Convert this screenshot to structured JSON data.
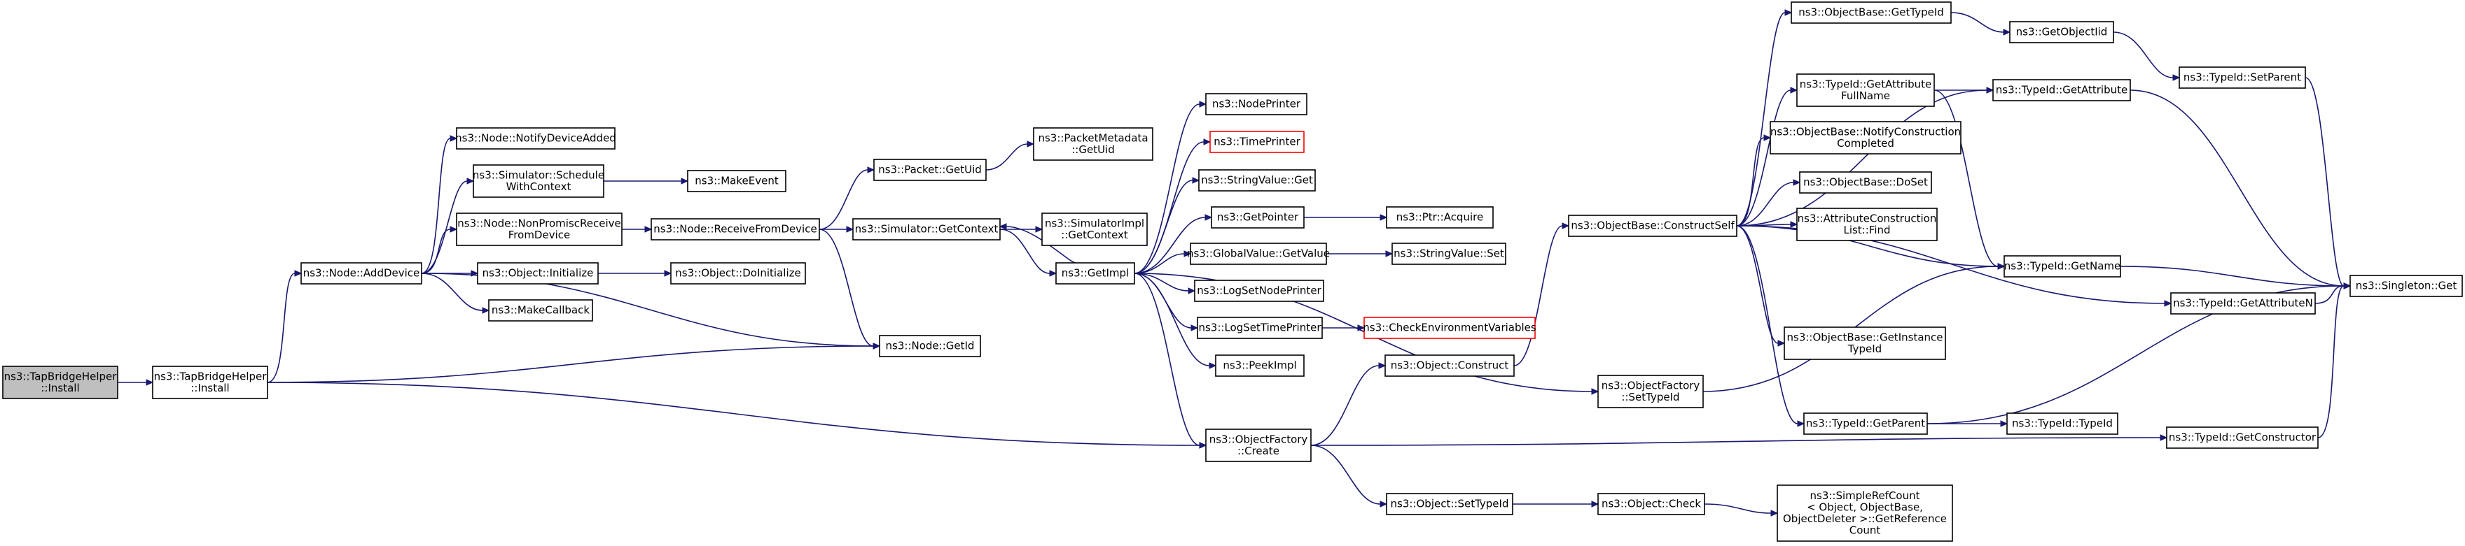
{
  "graph": {
    "edge_color": "#191970",
    "root_fill": "#bfbfbf",
    "missing_border_color": "#ff0000",
    "nodes": [
      {
        "id": "root",
        "lines": [
          "ns3::TapBridgeHelper",
          "::Install"
        ],
        "style": "root"
      },
      {
        "id": "install",
        "lines": [
          "ns3::TapBridgeHelper",
          "::Install"
        ]
      },
      {
        "id": "adddevice",
        "lines": [
          "ns3::Node::AddDevice"
        ]
      },
      {
        "id": "notifydeviceadded",
        "lines": [
          "ns3::Node::NotifyDeviceAdded"
        ]
      },
      {
        "id": "schedulewithcontext",
        "lines": [
          "ns3::Simulator::Schedule",
          "WithContext"
        ]
      },
      {
        "id": "makeevent",
        "lines": [
          "ns3::MakeEvent"
        ]
      },
      {
        "id": "nonpromisc",
        "lines": [
          "ns3::Node::NonPromiscReceive",
          "FromDevice"
        ]
      },
      {
        "id": "receivefromdevice",
        "lines": [
          "ns3::Node::ReceiveFromDevice"
        ]
      },
      {
        "id": "objinitialize",
        "lines": [
          "ns3::Object::Initialize"
        ]
      },
      {
        "id": "doinitialize",
        "lines": [
          "ns3::Object::DoInitialize"
        ]
      },
      {
        "id": "makecallback",
        "lines": [
          "ns3::MakeCallback"
        ]
      },
      {
        "id": "getid",
        "lines": [
          "ns3::Node::GetId"
        ]
      },
      {
        "id": "getuid",
        "lines": [
          "ns3::Packet::GetUid"
        ]
      },
      {
        "id": "metadatagetuid",
        "lines": [
          "ns3::PacketMetadata",
          "::GetUid"
        ]
      },
      {
        "id": "getcontext",
        "lines": [
          "ns3::Simulator::GetContext"
        ]
      },
      {
        "id": "implgetcontext",
        "lines": [
          "ns3::SimulatorImpl",
          "::GetContext"
        ]
      },
      {
        "id": "getimpl",
        "lines": [
          "ns3::GetImpl"
        ]
      },
      {
        "id": "nodeprinter",
        "lines": [
          "ns3::NodePrinter"
        ]
      },
      {
        "id": "timeprinter",
        "lines": [
          "ns3::TimePrinter"
        ],
        "style": "red"
      },
      {
        "id": "stringget",
        "lines": [
          "ns3::StringValue::Get"
        ]
      },
      {
        "id": "getpointer",
        "lines": [
          "ns3::GetPointer"
        ]
      },
      {
        "id": "ptracquire",
        "lines": [
          "ns3::Ptr::Acquire"
        ]
      },
      {
        "id": "globalget",
        "lines": [
          "ns3::GlobalValue::GetValue"
        ]
      },
      {
        "id": "stringset",
        "lines": [
          "ns3::StringValue::Set"
        ]
      },
      {
        "id": "logsetnode",
        "lines": [
          "ns3::LogSetNodePrinter"
        ]
      },
      {
        "id": "logsettime",
        "lines": [
          "ns3::LogSetTimePrinter"
        ]
      },
      {
        "id": "checkenv",
        "lines": [
          "ns3::CheckEnvironmentVariables"
        ],
        "style": "red"
      },
      {
        "id": "peekimpl",
        "lines": [
          "ns3::PeekImpl"
        ]
      },
      {
        "id": "factorycreate",
        "lines": [
          "ns3::ObjectFactory",
          "::Create"
        ]
      },
      {
        "id": "objconstruct",
        "lines": [
          "ns3::Object::Construct"
        ]
      },
      {
        "id": "objsettypeid",
        "lines": [
          "ns3::Object::SetTypeId"
        ]
      },
      {
        "id": "factorysettypeid",
        "lines": [
          "ns3::ObjectFactory",
          "::SetTypeId"
        ]
      },
      {
        "id": "objcheck",
        "lines": [
          "ns3::Object::Check"
        ]
      },
      {
        "id": "constructself",
        "lines": [
          "ns3::ObjectBase::ConstructSelf"
        ]
      },
      {
        "id": "basegettypeid",
        "lines": [
          "ns3::ObjectBase::GetTypeId"
        ]
      },
      {
        "id": "attrfullname",
        "lines": [
          "ns3::TypeId::GetAttribute",
          "FullName"
        ]
      },
      {
        "id": "notifycompleted",
        "lines": [
          "ns3::ObjectBase::NotifyConstruction",
          "Completed"
        ]
      },
      {
        "id": "doset",
        "lines": [
          "ns3::ObjectBase::DoSet"
        ]
      },
      {
        "id": "attrlistfind",
        "lines": [
          "ns3::AttributeConstruction",
          "List::Find"
        ]
      },
      {
        "id": "getinstancetypeid",
        "lines": [
          "ns3::ObjectBase::GetInstance",
          "TypeId"
        ]
      },
      {
        "id": "getparent",
        "lines": [
          "ns3::TypeId::GetParent"
        ]
      },
      {
        "id": "simplerefcount",
        "lines": [
          "ns3::SimpleRefCount",
          "< Object, ObjectBase,",
          "ObjectDeleter >::GetReference",
          "Count"
        ]
      },
      {
        "id": "getobjectiid",
        "lines": [
          "ns3::GetObjectIid"
        ]
      },
      {
        "id": "getattribute",
        "lines": [
          "ns3::TypeId::GetAttribute"
        ]
      },
      {
        "id": "getname",
        "lines": [
          "ns3::TypeId::GetName"
        ]
      },
      {
        "id": "typeidtypeid",
        "lines": [
          "ns3::TypeId::TypeId"
        ]
      },
      {
        "id": "getattributen",
        "lines": [
          "ns3::TypeId::GetAttributeN"
        ]
      },
      {
        "id": "getconstructor",
        "lines": [
          "ns3::TypeId::GetConstructor"
        ]
      },
      {
        "id": "setparent",
        "lines": [
          "ns3::TypeId::SetParent"
        ]
      },
      {
        "id": "singletonget",
        "lines": [
          "ns3::Singleton::Get"
        ]
      }
    ]
  }
}
